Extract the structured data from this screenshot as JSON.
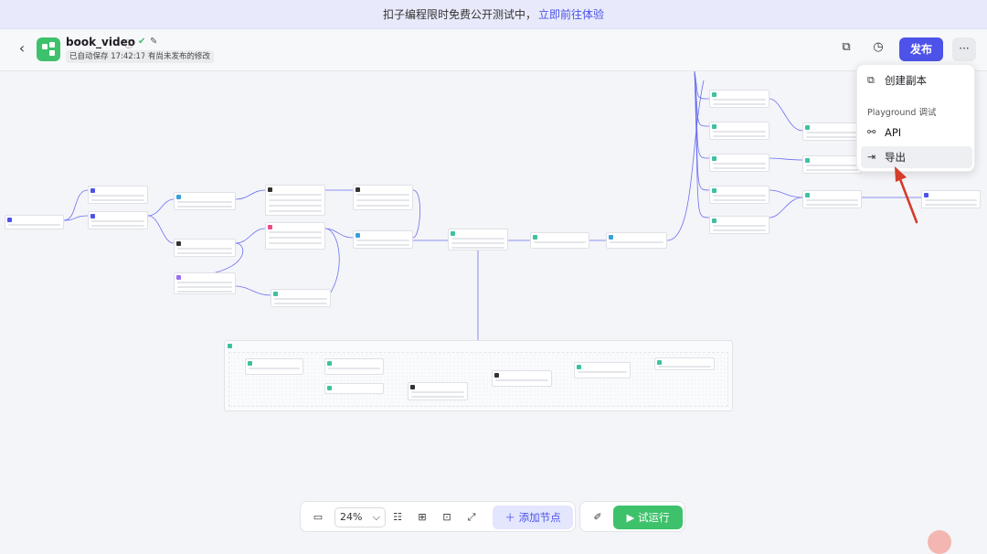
{
  "banner": {
    "text": "扣子编程限时免费公开测试中，",
    "link": "立即前往体验"
  },
  "header": {
    "back_icon": "‹",
    "title": "book_video",
    "info_icon": "ⓘ",
    "status_icon": "✔",
    "edit_icon": "✎",
    "autosave": "已自动保存 17:42:17",
    "unpublished": "有尚未发布的修改",
    "copy_icon": "⧉",
    "history_icon": "◷",
    "publish_label": "发布",
    "more_label": "···"
  },
  "menu": {
    "items": [
      {
        "icon": "⧉",
        "label": "创建副本"
      },
      {
        "icon": "⚯",
        "label": "API"
      },
      {
        "icon": "⇥",
        "label": "导出"
      }
    ],
    "section_label": "Playground 调试"
  },
  "toolbar": {
    "minimap_icon": "▭",
    "zoom_value": "24%",
    "zoom_caret": "⌵",
    "comment_icon": "☷",
    "grid_icon": "⊞",
    "image_icon": "⊡",
    "fit_icon": "⤢",
    "add_node_label": "＋ 添加节点",
    "tool_icon": "✐",
    "run_label": "▶ 试运行"
  },
  "colors": {
    "accent": "#4d53e8",
    "success": "#3ec16b",
    "edge": "#6b6ff0",
    "banner_bg": "#e8eafb"
  }
}
